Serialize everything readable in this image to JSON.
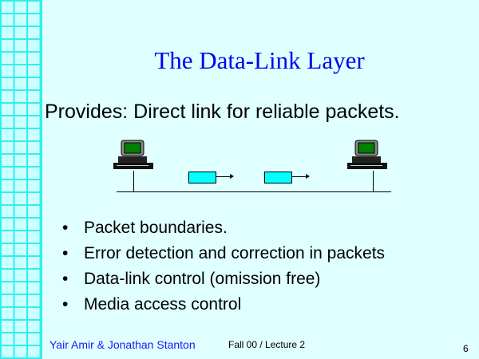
{
  "slide": {
    "title": "The Data-Link Layer",
    "subtitle": "Provides: Direct link for reliable packets.",
    "bullets": [
      "Packet boundaries.",
      "Error detection and correction in packets",
      "Data-link control (omission free)",
      "Media access control"
    ],
    "bullet_symbol": "•",
    "footer": {
      "author": "Yair Amir & Jonathan Stanton",
      "course": "Fall 00 / Lecture 2",
      "page_number": "6"
    }
  },
  "colors": {
    "title": "#0000ee",
    "packet": "#00ffff",
    "screen": "#008000",
    "background": "#e0ffff"
  }
}
